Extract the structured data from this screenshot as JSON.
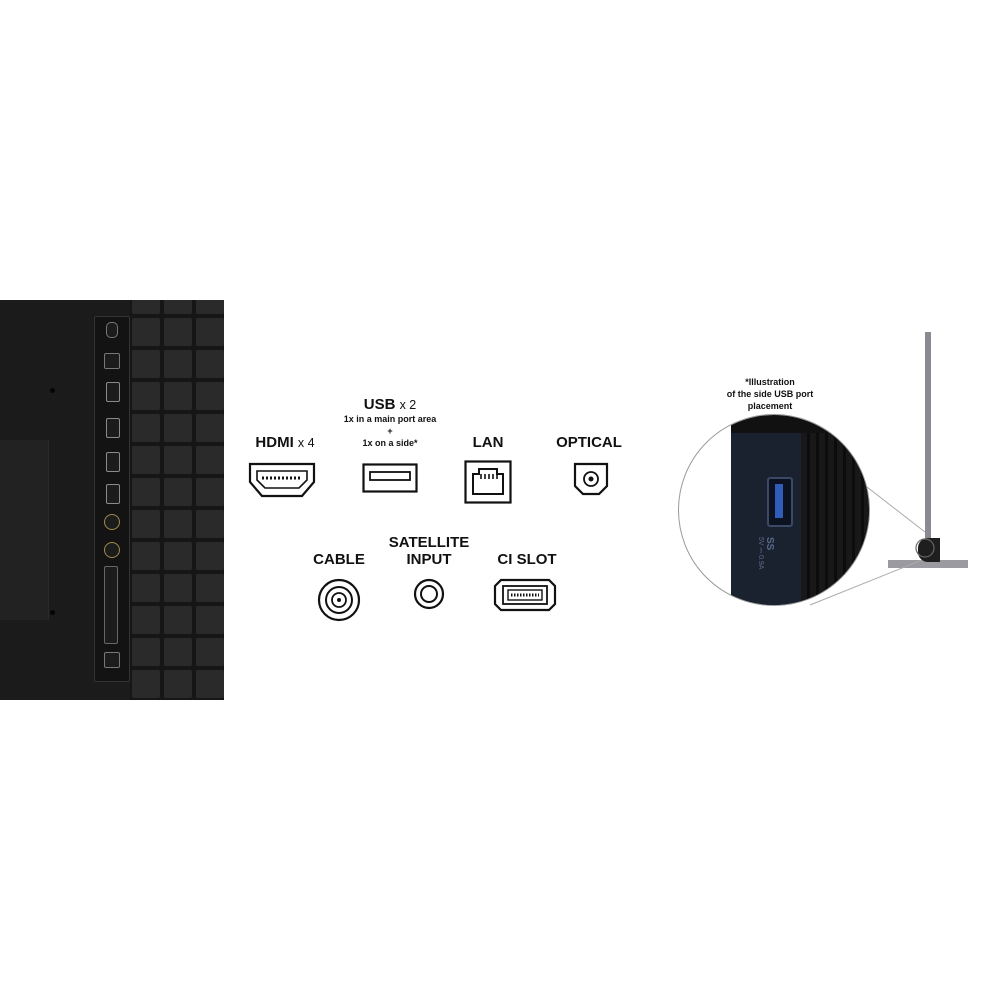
{
  "connectors": {
    "hdmi": {
      "label": "HDMI",
      "count": "x 4",
      "icon": "hdmi-icon"
    },
    "usb": {
      "label": "USB",
      "count": "x 2",
      "note1": "1x in a main port area",
      "note2": "+",
      "note3": "1x on a side*",
      "icon": "usb-icon"
    },
    "lan": {
      "label": "LAN",
      "icon": "lan-icon"
    },
    "optical": {
      "label": "OPTICAL",
      "icon": "optical-icon"
    },
    "cable": {
      "label": "CABLE",
      "icon": "cable-icon"
    },
    "satellite": {
      "label_line1": "SATELLITE",
      "label_line2": "INPUT",
      "icon": "satellite-icon"
    },
    "ci_slot": {
      "label": "CI SLOT",
      "icon": "ci-slot-icon"
    }
  },
  "illustration": {
    "note_line1": "*Illustration",
    "note_line2": "of the side USB port",
    "note_line3": "placement",
    "port_marking1": "SS",
    "port_marking2": "5V ⎓ 0.9A"
  },
  "colors": {
    "tv_body": "#161616",
    "grill": "#2a2a2a",
    "zoom_panel": "#1a2230",
    "stand": "#9a9aa0"
  }
}
